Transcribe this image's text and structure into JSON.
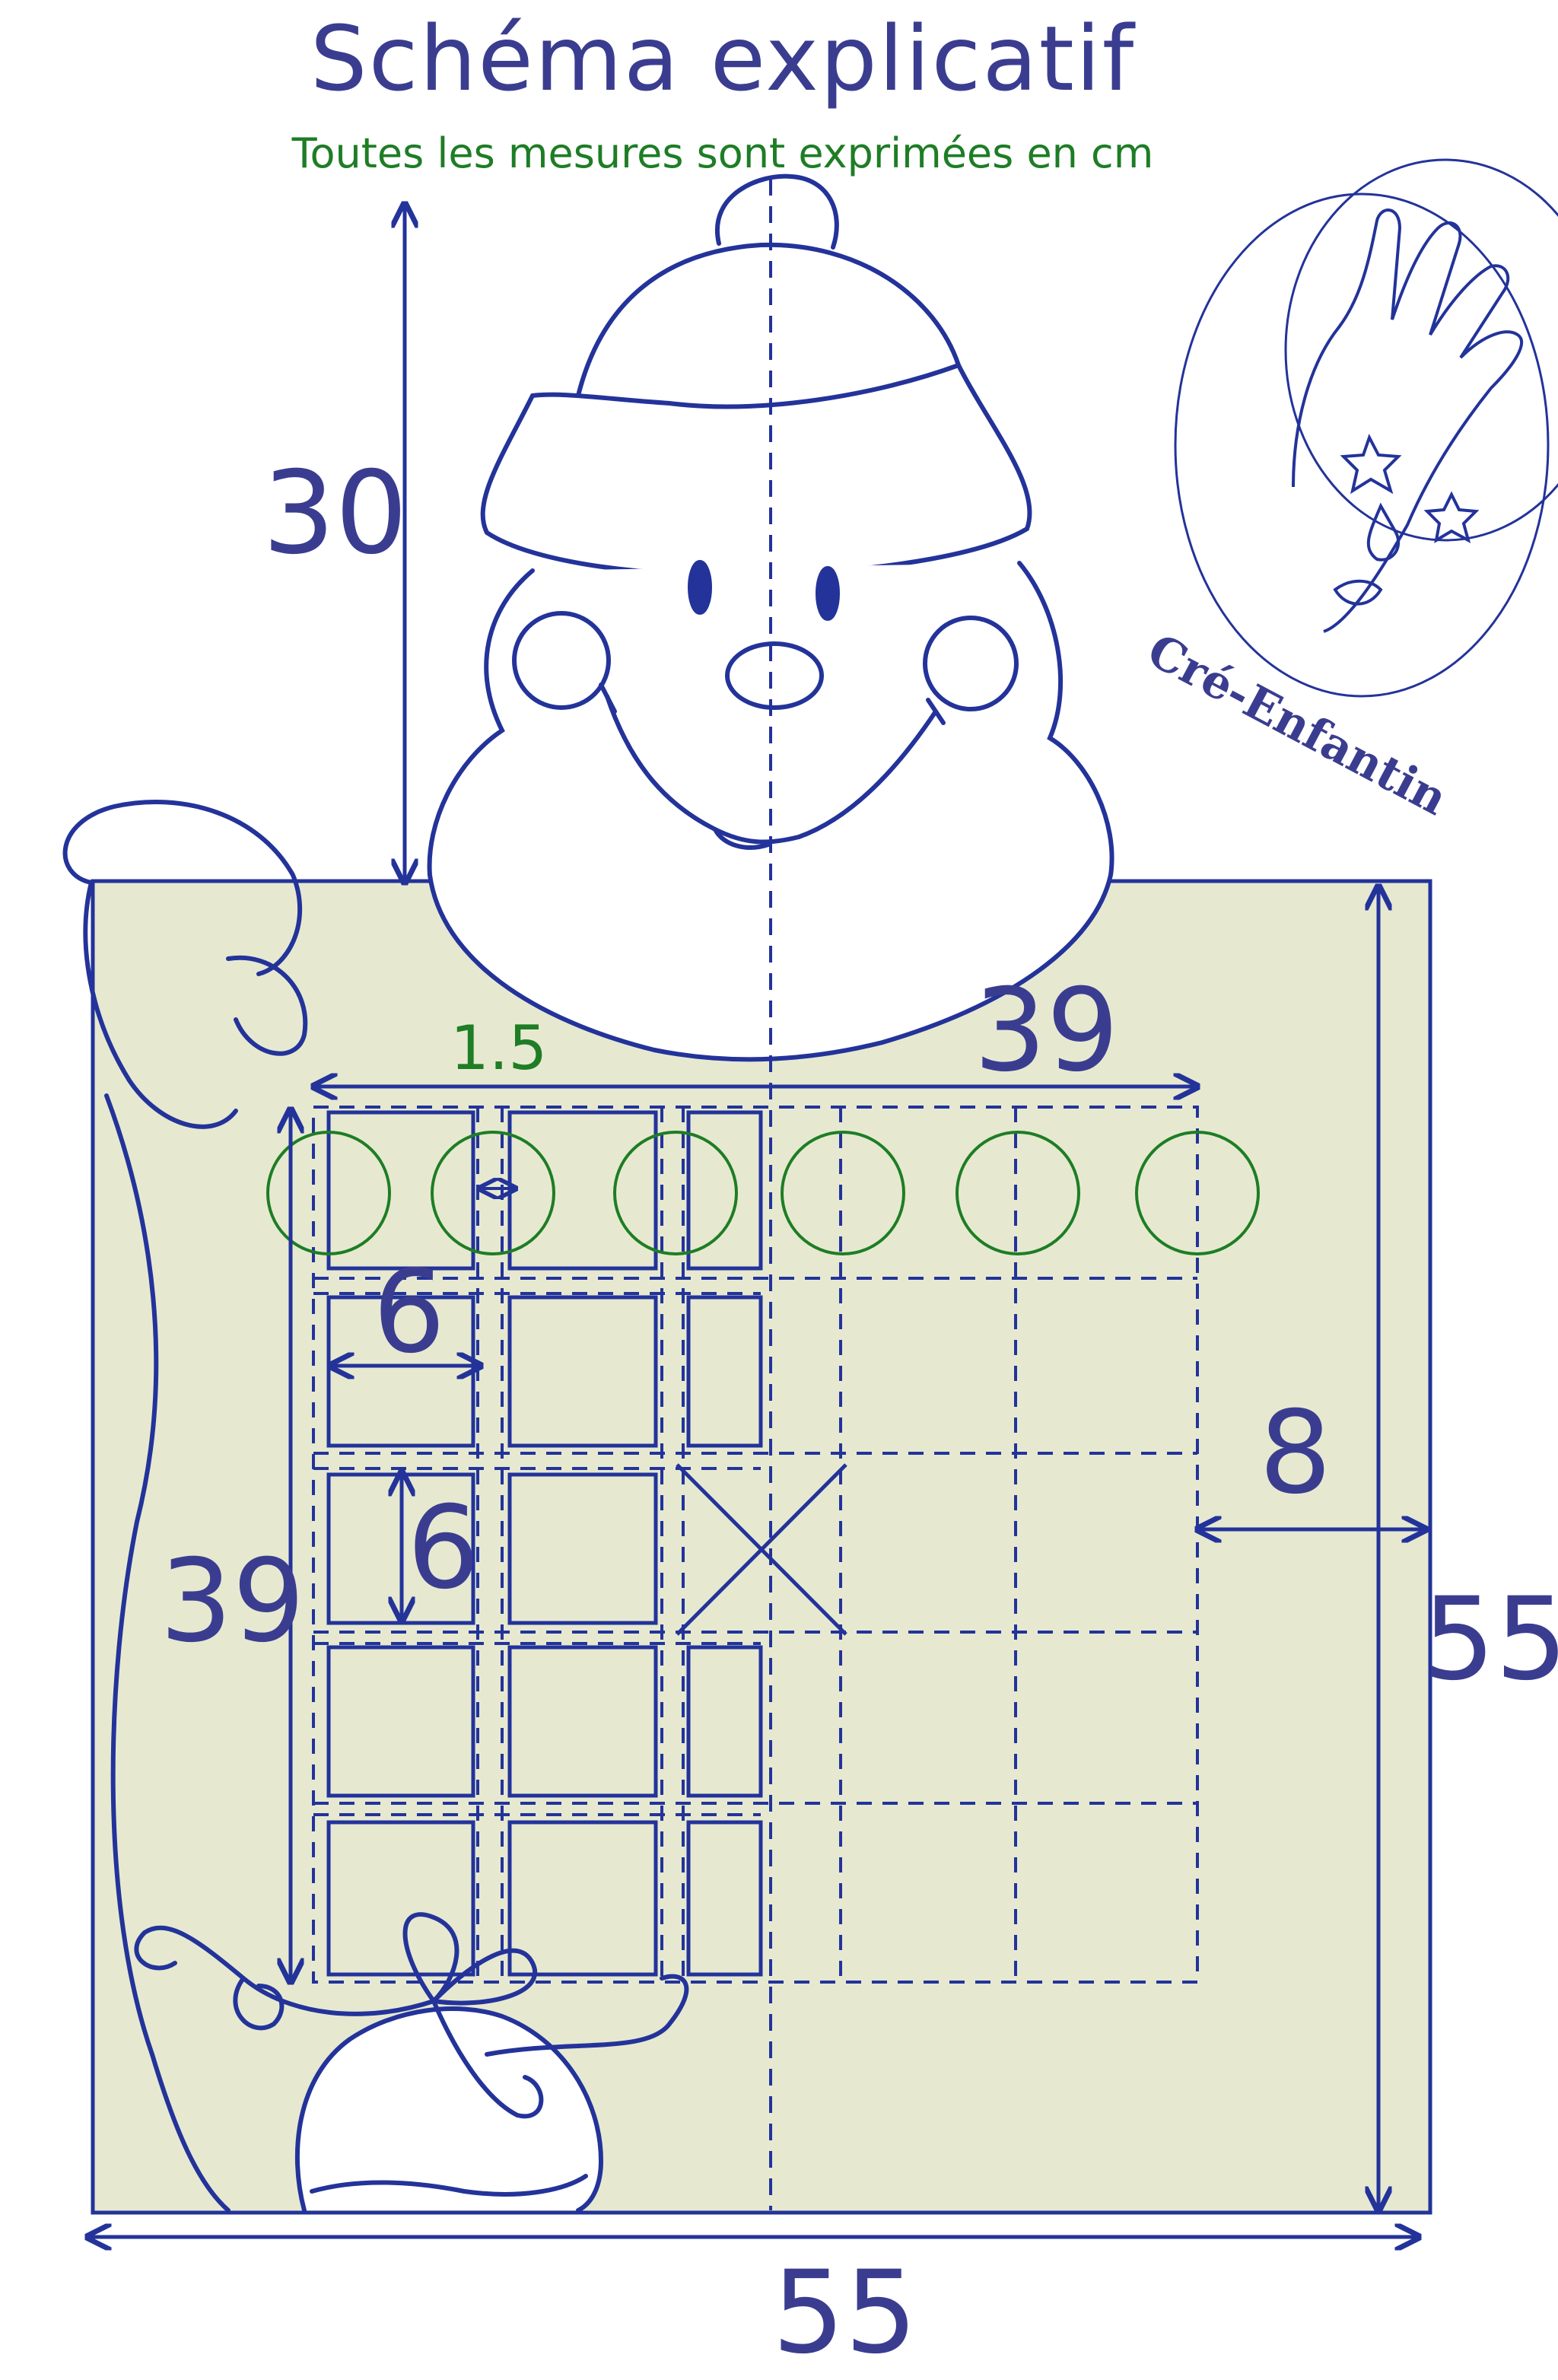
{
  "title": "Schéma explicatif",
  "subtitle": "Toutes les mesures sont exprimées en cm",
  "dimensions": {
    "head_height": "30",
    "grid_width": "39",
    "spacing": "1.5",
    "cell_width": "6",
    "cell_height": "6",
    "grid_height": "39",
    "right_margin": "8",
    "board_height": "55",
    "board_width": "55"
  },
  "logo": {
    "text": "Cré-Enfantin"
  },
  "colors": {
    "line": "#23339a",
    "dim_text": "#3a3d8f",
    "green": "#1e7d25",
    "board": "#e6e9d0"
  }
}
